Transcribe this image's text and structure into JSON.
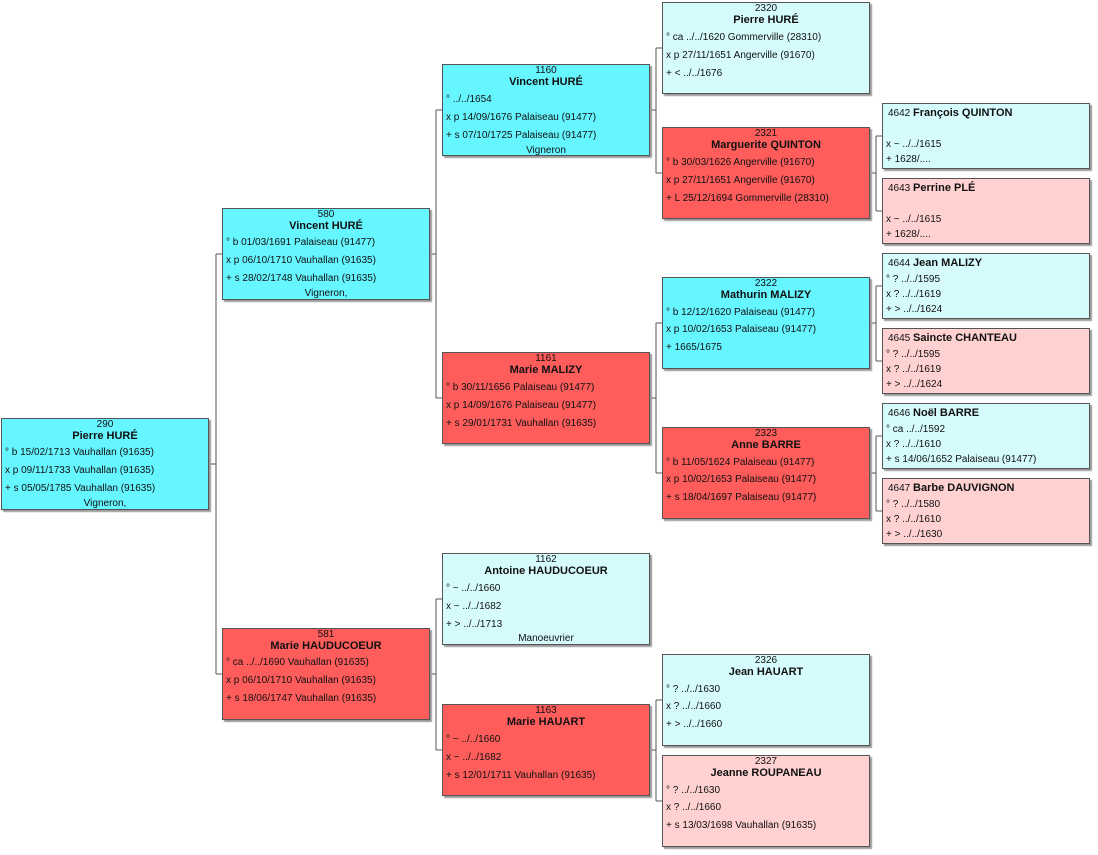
{
  "people": {
    "p290": {
      "num": "290",
      "name": "Pierre HURÉ",
      "birth": "° b 15/02/1713 Vauhallan (91635)",
      "marriage": "x p 09/11/1733 Vauhallan (91635)",
      "death": "+ s 05/05/1785 Vauhallan (91635)",
      "occupation": "Vigneron,"
    },
    "p580": {
      "num": "580",
      "name": "Vincent HURÉ",
      "birth": "° b 01/03/1691 Palaiseau (91477)",
      "marriage": "x p 06/10/1710 Vauhallan (91635)",
      "death": "+ s 28/02/1748 Vauhallan (91635)",
      "occupation": "Vigneron,"
    },
    "p581": {
      "num": "581",
      "name": "Marie HAUDUCOEUR",
      "birth": "° ca ../../1690 Vauhallan (91635)",
      "marriage": "x p 06/10/1710 Vauhallan (91635)",
      "death": "+ s 18/06/1747 Vauhallan (91635)"
    },
    "p1160": {
      "num": "1160",
      "name": "Vincent HURÉ",
      "birth": "° ../../1654",
      "marriage": "x p 14/09/1676 Palaiseau (91477)",
      "death": "+ s 07/10/1725 Palaiseau (91477)",
      "occupation": "Vigneron"
    },
    "p1161": {
      "num": "1161",
      "name": "Marie MALIZY",
      "birth": "° b 30/11/1656 Palaiseau (91477)",
      "marriage": "x p 14/09/1676 Palaiseau (91477)",
      "death": "+ s 29/01/1731 Vauhallan (91635)"
    },
    "p1162": {
      "num": "1162",
      "name": "Antoine HAUDUCOEUR",
      "birth": "° ~ ../../1660",
      "marriage": "x ~ ../../1682",
      "death": "+ > ../../1713",
      "occupation": "Manoeuvrier"
    },
    "p1163": {
      "num": "1163",
      "name": "Marie HAUART",
      "birth": "° ~ ../../1660",
      "marriage": "x ~ ../../1682",
      "death": "+ s 12/01/1711 Vauhallan (91635)"
    },
    "p2320": {
      "num": "2320",
      "name": "Pierre HURÉ",
      "birth": "° ca ../../1620 Gommerville (28310)",
      "marriage": "x p 27/11/1651 Angerville (91670)",
      "death": "+ < ../../1676"
    },
    "p2321": {
      "num": "2321",
      "name": "Marguerite QUINTON",
      "birth": "° b 30/03/1626 Angerville (91670)",
      "marriage": "x p 27/11/1651 Angerville (91670)",
      "death": "+ L 25/12/1694 Gommerville (28310)"
    },
    "p2322": {
      "num": "2322",
      "name": "Mathurin MALIZY",
      "birth": "° b 12/12/1620 Palaiseau (91477)",
      "marriage": "x p 10/02/1653 Palaiseau (91477)",
      "death": "+ 1665/1675"
    },
    "p2323": {
      "num": "2323",
      "name": "Anne BARRE",
      "birth": "° b 11/05/1624 Palaiseau (91477)",
      "marriage": "x p 10/02/1653 Palaiseau (91477)",
      "death": "+ s 18/04/1697 Palaiseau (91477)"
    },
    "p2326": {
      "num": "2326",
      "name": "Jean HAUART",
      "birth": "° ? ../../1630",
      "marriage": "x ? ../../1660",
      "death": "+ > ../../1660"
    },
    "p2327": {
      "num": "2327",
      "name": "Jeanne ROUPANEAU",
      "birth": "° ? ../../1630",
      "marriage": "x ? ../../1660",
      "death": "+ s 13/03/1698 Vauhallan (91635)"
    },
    "p4642": {
      "num": "4642",
      "name": "François QUINTON",
      "birth": "",
      "marriage": "x ~ ../../1615",
      "death": "+ 1628/...."
    },
    "p4643": {
      "num": "4643",
      "name": "Perrine PLÉ",
      "birth": "",
      "marriage": "x ~ ../../1615",
      "death": "+ 1628/...."
    },
    "p4644": {
      "num": "4644",
      "name": "Jean MALIZY",
      "birth": "° ? ../../1595",
      "marriage": "x ? ../../1619",
      "death": "+ > ../../1624"
    },
    "p4645": {
      "num": "4645",
      "name": "Saincte CHANTEAU",
      "birth": "° ? ../../1595",
      "marriage": "x ? ../../1619",
      "death": "+ > ../../1624"
    },
    "p4646": {
      "num": "4646",
      "name": "Noël BARRE",
      "birth": "° ca ../../1592",
      "marriage": "x ? ../../1610",
      "death": "+ s 14/06/1652 Palaiseau (91477)"
    },
    "p4647": {
      "num": "4647",
      "name": "Barbe DAUVIGNON",
      "birth": "° ? ../../1580",
      "marriage": "x ? ../../1610",
      "death": "+ > ../../1630"
    }
  },
  "colors": {
    "male": "#66f6ff",
    "female": "#ff5c5c",
    "male_light": "#d6fbfd",
    "female_light": "#ffd1d1",
    "connector": "#555555"
  }
}
